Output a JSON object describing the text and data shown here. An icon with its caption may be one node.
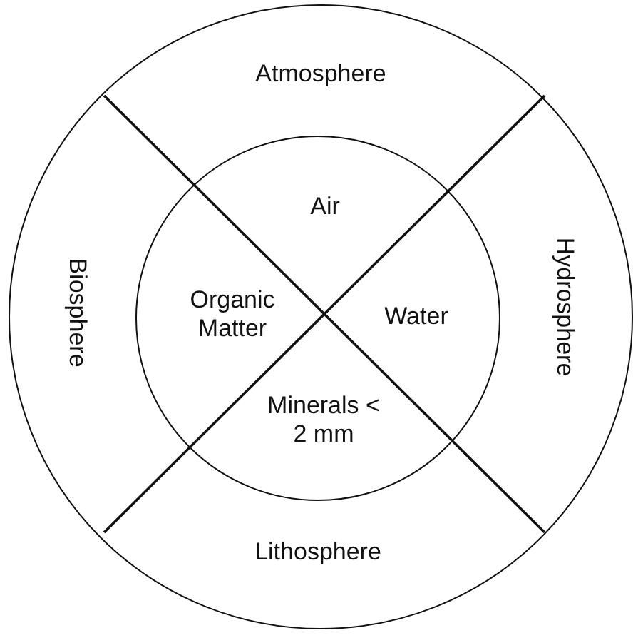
{
  "diagram": {
    "nodes": [
      {
        "text": [],
        "shape": "circle"
      },
      {
        "text": [
          "Atmosphere"
        ],
        "in": 0
      },
      {
        "text": [
          "Biosphere"
        ],
        "in": 0
      },
      {
        "text": [
          "Hydrosphere"
        ],
        "in": 0
      },
      {
        "text": [
          "Lithosphere"
        ],
        "in": 0
      },
      {
        "text": [],
        "shape": "circle",
        "in": 0
      },
      {
        "text": [
          "Air"
        ],
        "in": 5
      },
      {
        "text": [
          "Organic Matter"
        ],
        "in": 5
      },
      {
        "text": [
          "Water"
        ],
        "in": 5
      },
      {
        "text": [
          "Minerals < 2 mm"
        ],
        "in": 5
      }
    ]
  }
}
